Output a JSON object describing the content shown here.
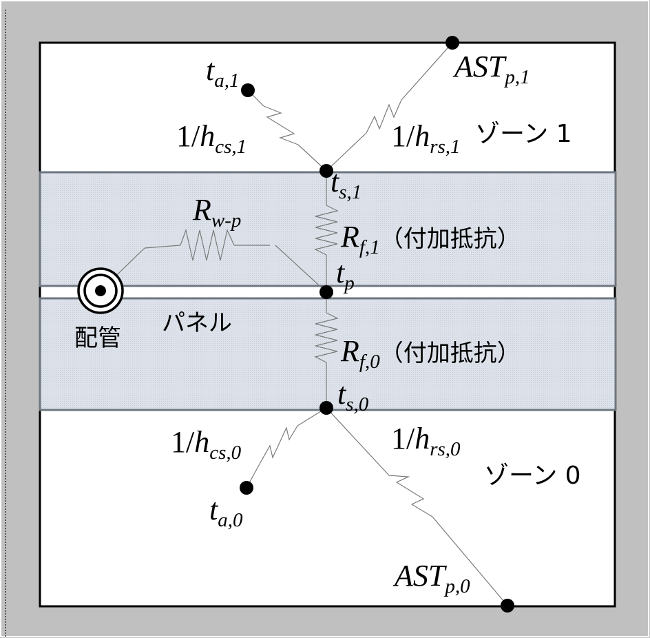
{
  "colors": {
    "outer_background": "#c0c0c0",
    "zone_fill": "#ffffff",
    "panel_fill": "#dde2ea",
    "panel_border": "#6d7680",
    "node": "#000000",
    "resistor": "#7a7a7a"
  },
  "labels": {
    "zone1": "ゾーン 1",
    "zone0": "ゾーン 0",
    "pipe": "配管",
    "panel": "パネル"
  },
  "nodes": {
    "ta1": {
      "main": "t",
      "sub": "a,1"
    },
    "ast1": {
      "main": "AST",
      "sub": "p,1"
    },
    "ts1": {
      "main": "t",
      "sub": "s,1"
    },
    "tp": {
      "main": "t",
      "sub": "p"
    },
    "ts0": {
      "main": "t",
      "sub": "s,0"
    },
    "ta0": {
      "main": "t",
      "sub": "a,0"
    },
    "ast0": {
      "main": "AST",
      "sub": "p,0"
    }
  },
  "resistances": {
    "hcs1": {
      "prefix": "1/",
      "main": "h",
      "sub": "cs,1"
    },
    "hrs1": {
      "prefix": "1/",
      "main": "h",
      "sub": "rs,1"
    },
    "rwp": {
      "main": "R",
      "sub": "w-p"
    },
    "rf1": {
      "main": "R",
      "sub": "f,1",
      "note": "（付加抵抗）"
    },
    "rf0": {
      "main": "R",
      "sub": "f,0",
      "note": "（付加抵抗）"
    },
    "hcs0": {
      "prefix": "1/",
      "main": "h",
      "sub": "cs,0"
    },
    "hrs0": {
      "prefix": "1/",
      "main": "h",
      "sub": "rs,0"
    }
  }
}
